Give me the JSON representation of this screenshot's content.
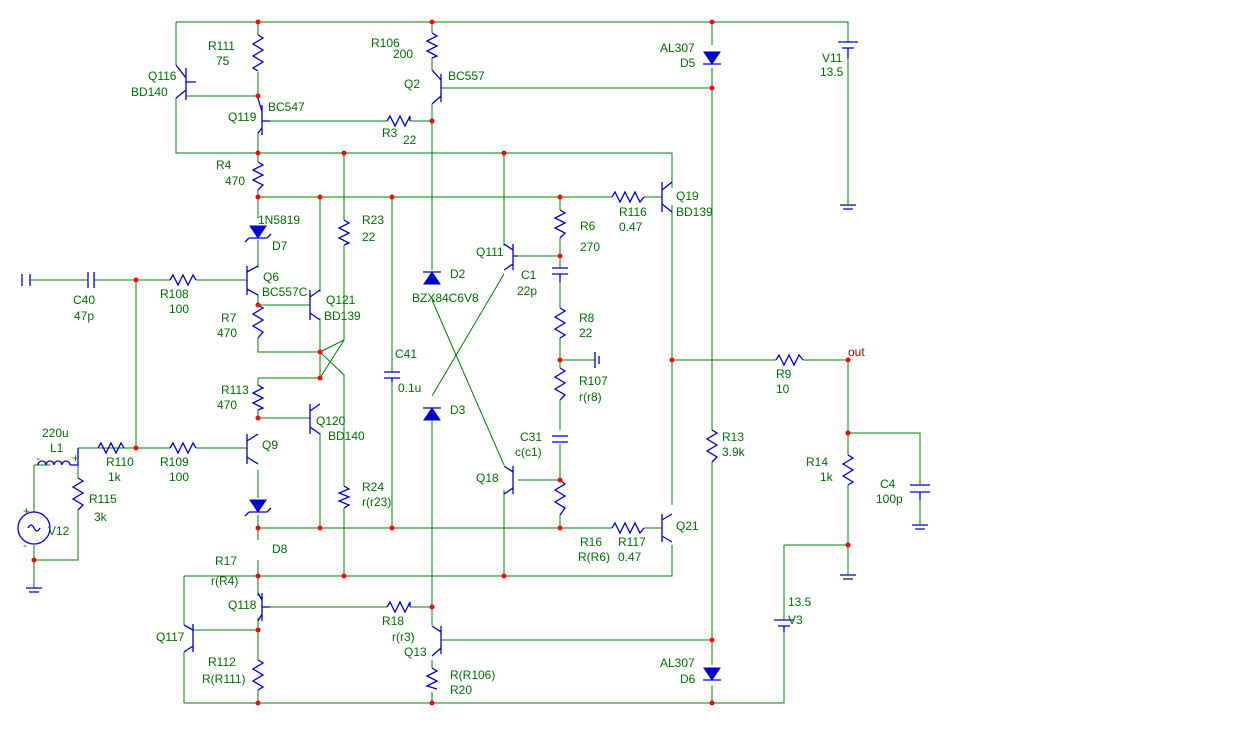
{
  "title": "",
  "colors": {
    "wire": "#008000",
    "component": "#0000cc",
    "junction": "#ff0000",
    "label": "#007000",
    "net_label": "#aa0000"
  },
  "labels": {
    "R111": "R111",
    "R111_val": "75",
    "Q116": "Q116",
    "Q116_part": "BD140",
    "Q119": "Q119",
    "Q119_part": "BC547",
    "R106": "R106",
    "R106_val": "200",
    "Q2": "Q2",
    "Q2_part": "BC557",
    "R3": "R3",
    "R3_val": "22",
    "D5_part": "AL307",
    "D5": "D5",
    "V11": "V11",
    "V11_val": "13.5",
    "R4": "R4",
    "R4_val": "470",
    "D7_part": "1N5819",
    "D7": "D7",
    "R23": "R23",
    "R23_val": "22",
    "R116": "R116",
    "R116_val": "0.47",
    "Q19": "Q19",
    "Q19_part": "BD139",
    "R6": "R6",
    "R6_val": "270",
    "Q111": "Q111",
    "C1": "C1",
    "C1_val": "22p",
    "D2": "D2",
    "D2_part": "BZX84C6V8",
    "C40": "C40",
    "C40_val": "47p",
    "R108": "R108",
    "R108_val": "100",
    "Q6": "Q6",
    "Q6_part": "BC557C",
    "Q121": "Q121",
    "Q121_part": "BD139",
    "R7": "R7",
    "R7_val": "470",
    "R8": "R8",
    "R8_val": "22",
    "C41": "C41",
    "C41_val": "0.1u",
    "out": "out",
    "R9": "R9",
    "R9_val": "10",
    "R113": "R113",
    "R113_val": "470",
    "Q120": "Q120",
    "Q120_part": "BD140",
    "D3": "D3",
    "R107": "R107",
    "R107_val": "r(r8)",
    "L1_val": "220u",
    "L1": "L1",
    "R110": "R110",
    "R110_val": "1k",
    "R109": "R109",
    "R109_val": "100",
    "Q9": "Q9",
    "C31": "C31",
    "C31_val": "c(c1)",
    "R13": "R13",
    "R13_val": "3.9k",
    "R14": "R14",
    "R14_val": "1k",
    "R115": "R115",
    "R115_val": "3k",
    "Q18": "Q18",
    "R24": "R24",
    "R24_val": "r(r23)",
    "C4": "C4",
    "C4_val": "100p",
    "V12": "V12",
    "D8": "D8",
    "R16": "R16",
    "R16_val": "R(R6)",
    "R117": "R117",
    "R117_val": "0.47",
    "Q21": "Q21",
    "R17": "R17",
    "R17_val": "r(R4)",
    "Q118": "Q118",
    "R18": "R18",
    "R18_val": "r(r3)",
    "V3_val": "13.5",
    "V3": "V3",
    "Q117": "Q117",
    "Q13": "Q13",
    "R112": "R112",
    "R112_val": "R(R111)",
    "R106b_val": "R(R106)",
    "R20": "R20",
    "D6_part": "AL307",
    "D6": "D6",
    "plus": "+",
    "minus": "-"
  }
}
